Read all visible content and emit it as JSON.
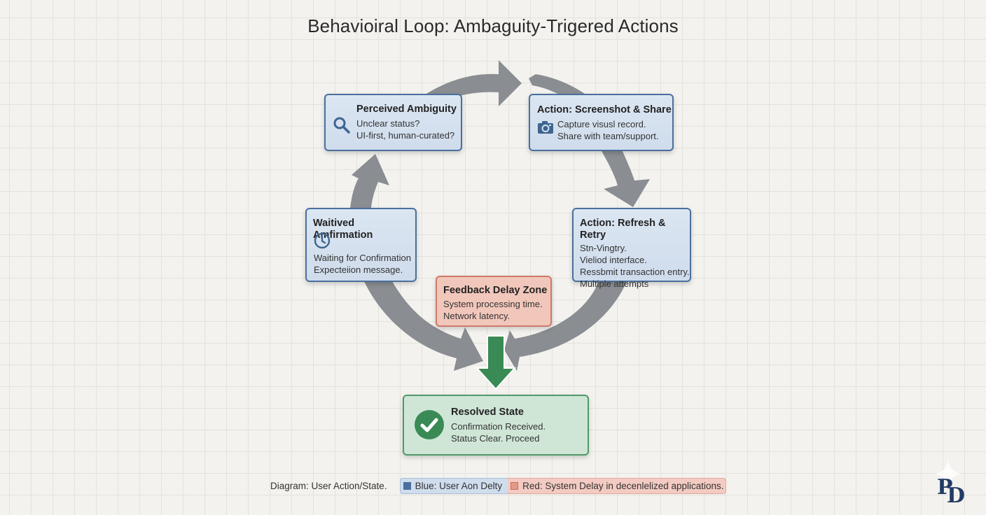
{
  "title": "Behavioiral Loop: Ambaguity-Trigered Actions",
  "nodes": {
    "perceived": {
      "heading": "Perceived Ambiguity",
      "icon": "search-icon",
      "lines": [
        "Unclear status?",
        "UI-first, human-curated?"
      ]
    },
    "screenshot": {
      "heading": "Action: Screenshot & Share",
      "icon": "camera-icon",
      "lines": [
        "Capture visusl record.",
        "Share with team/support."
      ]
    },
    "refresh": {
      "heading": "Action: Refresh & Retry",
      "lines": [
        "Stn-Vingtry.",
        "Vieliod interface.",
        "Ressbmit transaction entry.",
        "Multiple attempts"
      ]
    },
    "waiting": {
      "heading": "Waitived Amfirmation",
      "icon": "clock-icon",
      "lines": [
        "Waiting for Confirmation",
        "Expecteiion message."
      ]
    },
    "delay": {
      "heading": "Feedback Delay Zone",
      "lines": [
        "System processing time.",
        "Network latency."
      ]
    },
    "resolved": {
      "heading": "Resolved State",
      "icon": "check-circle-icon",
      "lines": [
        "Confirmation Received.",
        "Status Clear. Proceed"
      ]
    }
  },
  "legend": {
    "caption": "Diagram: User Action/State.",
    "blue_label": "Blue: User Aon Delty",
    "red_label": "Red: System Delay in decenlelized applications."
  },
  "colors": {
    "user_blue": "#4a6f9c",
    "system_red": "#e49886",
    "resolved_green": "#3a8a55",
    "arrow_gray": "#8a8d92"
  },
  "logo": {
    "text_p": "P",
    "text_d": "D"
  }
}
